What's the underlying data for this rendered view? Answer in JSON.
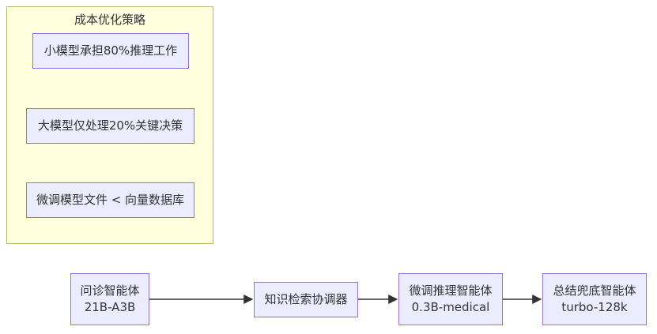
{
  "cluster": {
    "title": "成本优化策略",
    "items": [
      {
        "label": "小模型承担80%推理工作"
      },
      {
        "label": "大模型仅处理20%关键决策"
      },
      {
        "label": "微调模型文件 < 向量数据库"
      }
    ]
  },
  "flow": [
    {
      "line1": "问诊智能体",
      "line2": "21B-A3B"
    },
    {
      "line1": "知识检索协调器",
      "line2": ""
    },
    {
      "line1": "微调推理智能体",
      "line2": "0.3B-medical"
    },
    {
      "line1": "总结兜底智能体",
      "line2": "turbo-128k"
    }
  ],
  "colors": {
    "node_fill": "#ececff",
    "node_border": "#9370db",
    "cluster_fill": "#ffffde",
    "cluster_border": "#b8b86a",
    "edge": "#333333"
  }
}
